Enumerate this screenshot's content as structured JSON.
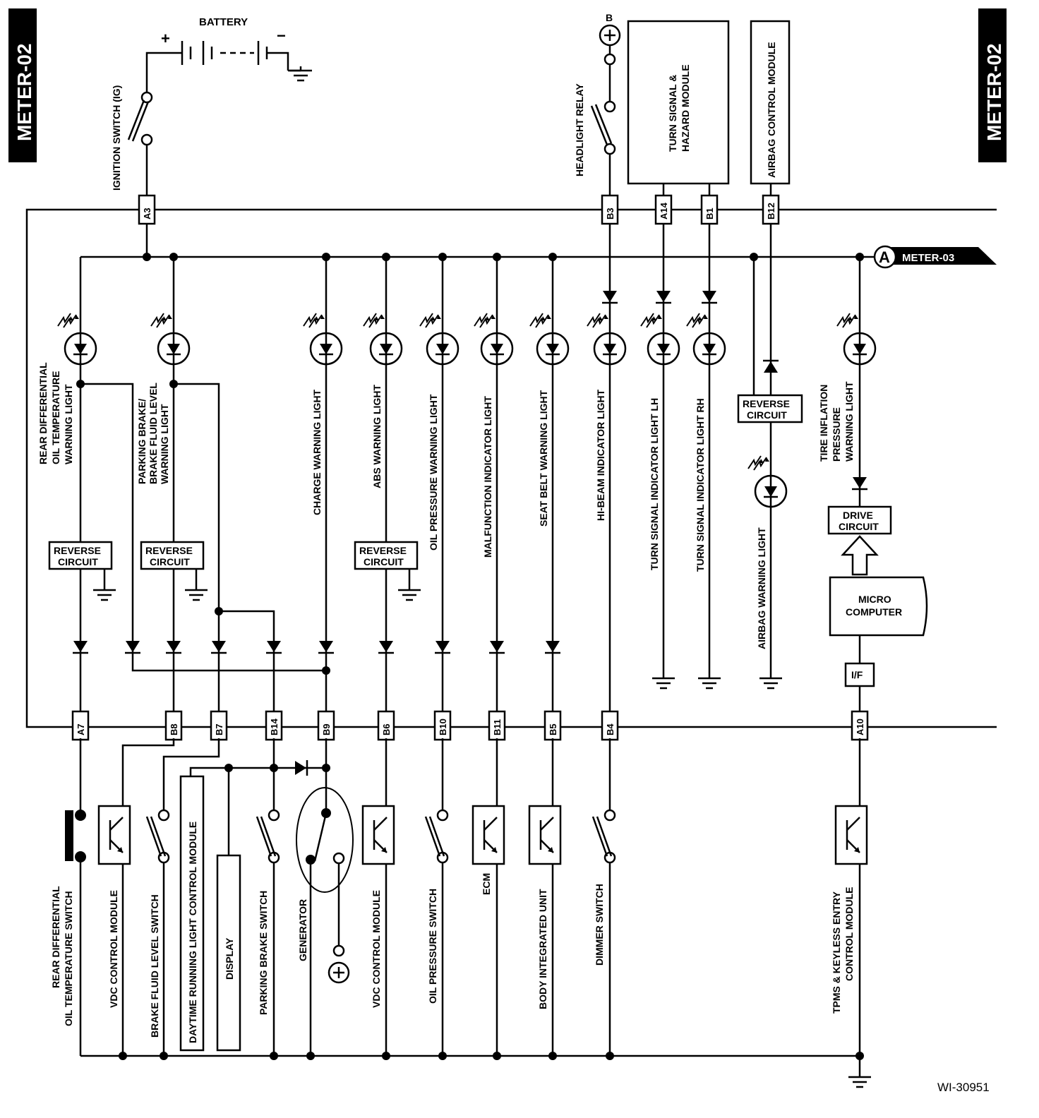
{
  "page_tag_left": "METER-02",
  "page_tag_right": "METER-02",
  "figure_code": "WI-30951",
  "power": {
    "battery": "BATTERY",
    "plus": "+",
    "minus": "−",
    "b_label": "B",
    "ignition_switch": "IGNITION SWITCH (IG)",
    "headlight_relay": "HEADLIGHT RELAY"
  },
  "modules_top": {
    "turn_signal_line1": "TURN SIGNAL &",
    "turn_signal_line2": "HAZARD MODULE",
    "airbag_module": "AIRBAG CONTROL MODULE"
  },
  "connector_ref": {
    "letter": "A",
    "target": "METER-03"
  },
  "pins_top": [
    "A3",
    "B3",
    "A14",
    "B1",
    "B12"
  ],
  "pins_bottom": [
    "A7",
    "B8",
    "B7",
    "B14",
    "B9",
    "B6",
    "B10",
    "B11",
    "B5",
    "B4",
    "A10"
  ],
  "lights": {
    "rear_diff_1": "REAR DIFFERENTIAL",
    "rear_diff_2": "OIL TEMPERATURE",
    "rear_diff_3": "WARNING LIGHT",
    "parking_1": "PARKING BRAKE/",
    "parking_2": "BRAKE FLUID LEVEL",
    "parking_3": "WARNING LIGHT",
    "charge": "CHARGE WARNING LIGHT",
    "abs": "ABS WARNING LIGHT",
    "oil": "OIL PRESSURE WARNING LIGHT",
    "malfunction": "MALFUNCTION INDICATOR LIGHT",
    "seatbelt": "SEAT BELT WARNING LIGHT",
    "hibeam": "HI-BEAM INDICATOR LIGHT",
    "turn_lh": "TURN SIGNAL INDICATOR LIGHT LH",
    "turn_rh": "TURN SIGNAL INDICATOR LIGHT RH",
    "airbag": "AIRBAG WARNING LIGHT",
    "tire_1": "TIRE INFLATION",
    "tire_2": "PRESSURE",
    "tire_3": "WARNING LIGHT"
  },
  "blocks": {
    "reverse_1": "REVERSE",
    "reverse_2": "CIRCUIT",
    "drive_1": "DRIVE",
    "drive_2": "CIRCUIT",
    "micro_1": "MICRO",
    "micro_2": "COMPUTER",
    "if": "I/F"
  },
  "bottom_devices": {
    "rear_diff_sw_1": "REAR DIFFERENTIAL",
    "rear_diff_sw_2": "OIL TEMPERATURE SWITCH",
    "vdc_1": "VDC CONTROL MODULE",
    "brake_fluid": "BRAKE FLUID LEVEL SWITCH",
    "drl": "DAYTIME RUNNING LIGHT CONTROL MODULE",
    "display": "DISPLAY",
    "parking_sw": "PARKING BRAKE SWITCH",
    "generator": "GENERATOR",
    "vdc_2": "VDC CONTROL MODULE",
    "oil_sw": "OIL PRESSURE SWITCH",
    "ecm": "ECM",
    "biu": "BODY INTEGRATED UNIT",
    "dimmer": "DIMMER SWITCH",
    "tpms_1": "TPMS & KEYLESS ENTRY",
    "tpms_2": "CONTROL MODULE"
  }
}
